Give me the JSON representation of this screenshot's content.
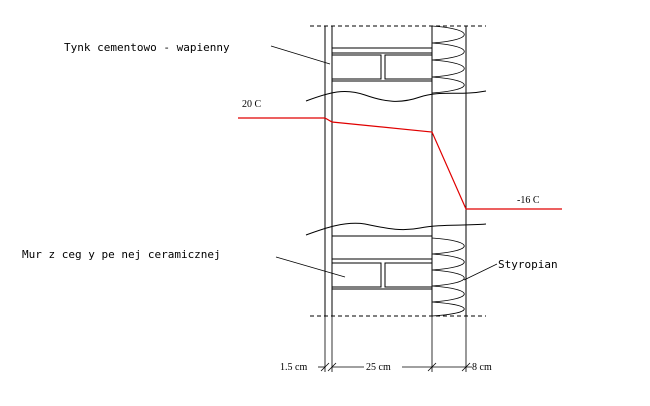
{
  "labels": {
    "plaster": "Tynk cementowo - wapienny",
    "brick": "Mur z ceg y pe nej ceramicznej",
    "styrofoam": "Styropian",
    "temp_inside": "20 C",
    "temp_outside": "-16 C"
  },
  "dimensions": {
    "plaster": "1.5 cm",
    "brick": "25 cm",
    "styrofoam": "8 cm"
  },
  "colors": {
    "temperature_line": "#e00000",
    "lines": "#000000"
  }
}
